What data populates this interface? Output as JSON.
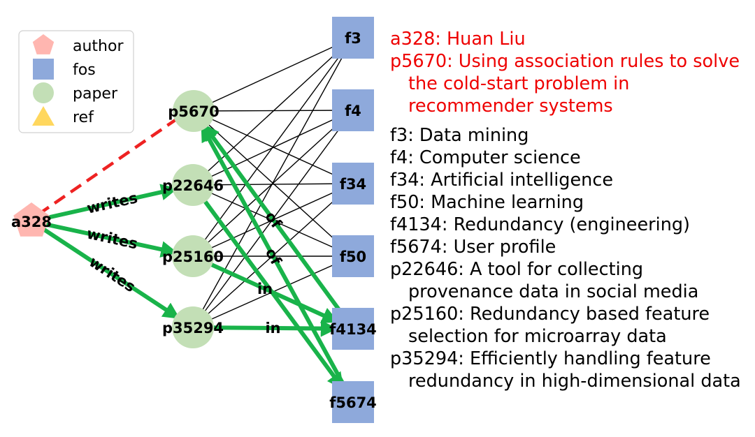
{
  "legend": [
    {
      "label": "author",
      "shape": "pentagon",
      "color": "#ffb6b0"
    },
    {
      "label": "fos",
      "shape": "square",
      "color": "#8ea9db"
    },
    {
      "label": "paper",
      "shape": "circle",
      "color": "#c3dfb6"
    },
    {
      "label": "ref",
      "shape": "triangle",
      "color": "#ffd75e"
    }
  ],
  "colors": {
    "author": "#ffb6b0",
    "fos": "#8ea9db",
    "paper": "#c3dfb6",
    "highlight_edge": "#19b34a",
    "predicted_edge": "#ee2222",
    "plain_edge": "#000000"
  },
  "nodes": [
    {
      "id": "a328",
      "type": "author"
    },
    {
      "id": "p5670",
      "type": "paper"
    },
    {
      "id": "p22646",
      "type": "paper"
    },
    {
      "id": "p25160",
      "type": "paper"
    },
    {
      "id": "p35294",
      "type": "paper"
    },
    {
      "id": "f3",
      "type": "fos"
    },
    {
      "id": "f4",
      "type": "fos"
    },
    {
      "id": "f34",
      "type": "fos"
    },
    {
      "id": "f50",
      "type": "fos"
    },
    {
      "id": "f4134",
      "type": "fos"
    },
    {
      "id": "f5674",
      "type": "fos"
    }
  ],
  "plain_edges": [
    [
      "p5670",
      "f3"
    ],
    [
      "p5670",
      "f4"
    ],
    [
      "p5670",
      "f34"
    ],
    [
      "p5670",
      "f50"
    ],
    [
      "p22646",
      "f3"
    ],
    [
      "p22646",
      "f4"
    ],
    [
      "p22646",
      "f34"
    ],
    [
      "p22646",
      "f50"
    ],
    [
      "p25160",
      "f3"
    ],
    [
      "p25160",
      "f4"
    ],
    [
      "p25160",
      "f34"
    ],
    [
      "p25160",
      "f50"
    ],
    [
      "p35294",
      "f3"
    ],
    [
      "p35294",
      "f4"
    ],
    [
      "p35294",
      "f34"
    ],
    [
      "p35294",
      "f50"
    ]
  ],
  "predicted_edge": [
    "a328",
    "p5670"
  ],
  "highlight_edges": [
    {
      "from": "a328",
      "to": "p22646",
      "label": "writes"
    },
    {
      "from": "a328",
      "to": "p25160",
      "label": "writes"
    },
    {
      "from": "a328",
      "to": "p35294",
      "label": "writes"
    },
    {
      "from": "p25160",
      "to": "f4134",
      "label": "in"
    },
    {
      "from": "p35294",
      "to": "f4134",
      "label": "in"
    },
    {
      "from": "f4134",
      "to": "p5670",
      "label": "of"
    },
    {
      "from": "p22646",
      "to": "f5674",
      "label": ""
    },
    {
      "from": "f5674",
      "to": "p5670",
      "label": "of"
    }
  ],
  "descriptions": {
    "highlighted": [
      "a328:  Huan Liu",
      "p5670:  Using association rules to solve the cold-start problem in recommender systems"
    ],
    "others": [
      "f3:  Data mining",
      "f4:  Computer science",
      "f34:  Artificial intelligence",
      "f50:  Machine learning",
      "f4134:  Redundancy (engineering)",
      "f5674:  User profile",
      "p22646:  A tool for collecting provenance data in social media",
      "p25160:  Redundancy based feature selection for microarray data",
      "p35294:  Efficiently handling feature redundancy in high-dimensional data"
    ]
  }
}
